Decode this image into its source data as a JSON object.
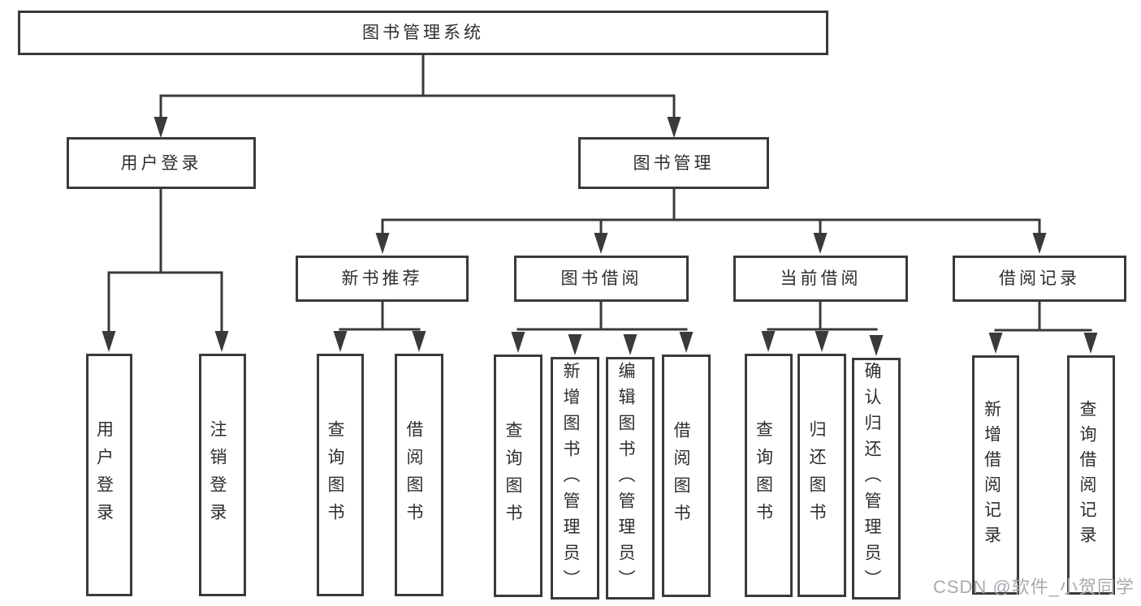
{
  "diagram": {
    "type": "tree",
    "title": "图书管理系统",
    "line_color": "#3a3a3a",
    "box_border_color": "#3a3a3a",
    "background_color": "#ffffff",
    "tree": {
      "label": "图书管理系统",
      "children": [
        {
          "label": "用户登录",
          "children": [
            {
              "label": "用户登录"
            },
            {
              "label": "注销登录"
            }
          ]
        },
        {
          "label": "图书管理",
          "children": [
            {
              "label": "新书推荐",
              "children": [
                {
                  "label": "查询图书"
                },
                {
                  "label": "借阅图书"
                }
              ]
            },
            {
              "label": "图书借阅",
              "children": [
                {
                  "label": "查询图书"
                },
                {
                  "label": "新增图书（管理员）"
                },
                {
                  "label": "编辑图书（管理员）"
                },
                {
                  "label": "借阅图书"
                }
              ]
            },
            {
              "label": "当前借阅",
              "children": [
                {
                  "label": "查询图书"
                },
                {
                  "label": "归还图书"
                },
                {
                  "label": "确认归还（管理员）"
                }
              ]
            },
            {
              "label": "借阅记录",
              "children": [
                {
                  "label": "新增借阅记录"
                },
                {
                  "label": "查询借阅记录"
                }
              ]
            }
          ]
        }
      ]
    },
    "watermark": {
      "text": "CSDN @软件_小贺同学",
      "color": "#a7abb0"
    }
  }
}
